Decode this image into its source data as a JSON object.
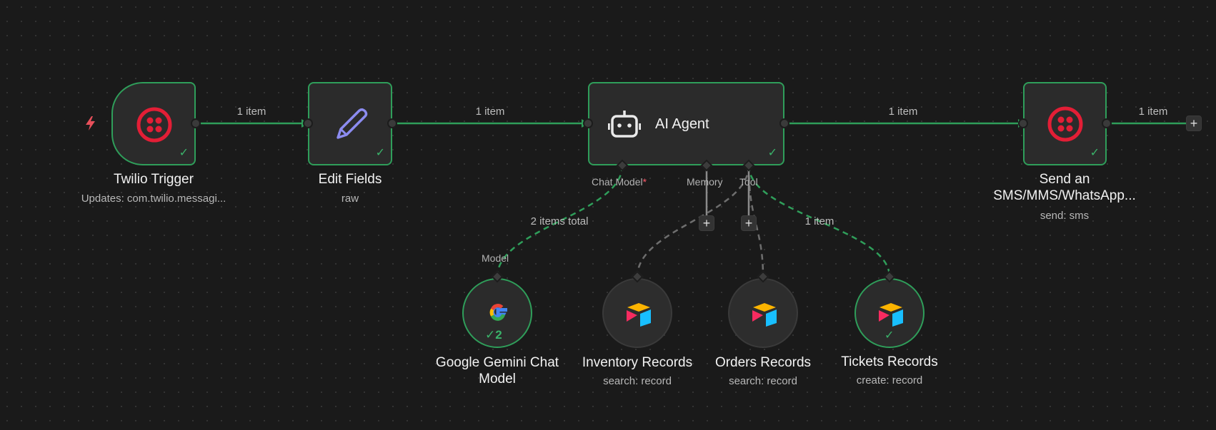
{
  "colors": {
    "success": "#2f9e5a",
    "twilio_red": "#e31e36",
    "edit_purple": "#8c8cf0",
    "trigger_bolt": "#e8505b",
    "required_star": "#ff5a6a"
  },
  "nodes": {
    "twilio_trigger": {
      "title": "Twilio Trigger",
      "subtitle": "Updates: com.twilio.messagi...",
      "icon": "twilio-icon"
    },
    "edit_fields": {
      "title": "Edit Fields",
      "subtitle": "raw",
      "icon": "pencil-icon"
    },
    "ai_agent": {
      "title": "AI Agent",
      "icon": "robot-icon"
    },
    "send_sms": {
      "title_line1": "Send an",
      "title_line2": "SMS/MMS/WhatsApp...",
      "subtitle": "send: sms",
      "icon": "twilio-icon"
    },
    "gemini": {
      "title_line1": "Google Gemini Chat",
      "title_line2": "Model",
      "icon": "google-icon",
      "run_count": "2"
    },
    "inventory": {
      "title": "Inventory Records",
      "subtitle": "search: record",
      "icon": "airtable-icon"
    },
    "orders": {
      "title": "Orders Records",
      "subtitle": "search: record",
      "icon": "airtable-icon"
    },
    "tickets": {
      "title": "Tickets Records",
      "subtitle": "create: record",
      "icon": "airtable-icon"
    }
  },
  "edges": {
    "trigger_to_edit": "1 item",
    "edit_to_agent": "1 item",
    "agent_to_send": "1 item",
    "send_output": "1 item",
    "model_total": "2 items total",
    "tool_tickets": "1 item"
  },
  "ports": {
    "chat_model": "Chat Model",
    "required_mark": "*",
    "memory": "Memory",
    "tool": "Tool",
    "model": "Model"
  },
  "buttons": {
    "add": "+"
  },
  "status": {
    "check": "✓"
  }
}
